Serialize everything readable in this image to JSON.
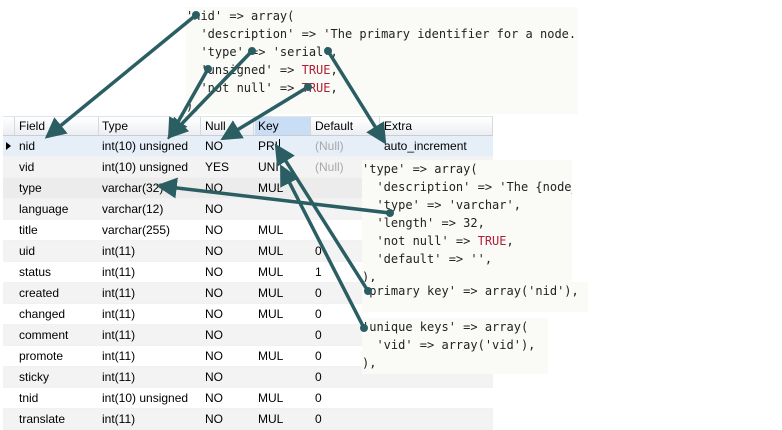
{
  "columns": [
    "Field",
    "Type",
    "Null",
    "Key",
    "Default",
    "Extra"
  ],
  "rows": [
    {
      "field": "nid",
      "type": "int(10) unsigned",
      "null": "NO",
      "key": "PRI",
      "default": "(Null)",
      "extra": "auto_increment"
    },
    {
      "field": "vid",
      "type": "int(10) unsigned",
      "null": "YES",
      "key": "UNI",
      "default": "(Null)",
      "extra": ""
    },
    {
      "field": "type",
      "type": "varchar(32)",
      "null": "NO",
      "key": "MUL",
      "default": "",
      "extra": ""
    },
    {
      "field": "language",
      "type": "varchar(12)",
      "null": "NO",
      "key": "",
      "default": "",
      "extra": ""
    },
    {
      "field": "title",
      "type": "varchar(255)",
      "null": "NO",
      "key": "MUL",
      "default": "",
      "extra": ""
    },
    {
      "field": "uid",
      "type": "int(11)",
      "null": "NO",
      "key": "MUL",
      "default": "0",
      "extra": ""
    },
    {
      "field": "status",
      "type": "int(11)",
      "null": "NO",
      "key": "MUL",
      "default": "1",
      "extra": ""
    },
    {
      "field": "created",
      "type": "int(11)",
      "null": "NO",
      "key": "MUL",
      "default": "0",
      "extra": ""
    },
    {
      "field": "changed",
      "type": "int(11)",
      "null": "NO",
      "key": "MUL",
      "default": "0",
      "extra": ""
    },
    {
      "field": "comment",
      "type": "int(11)",
      "null": "NO",
      "key": "",
      "default": "0",
      "extra": ""
    },
    {
      "field": "promote",
      "type": "int(11)",
      "null": "NO",
      "key": "MUL",
      "default": "0",
      "extra": ""
    },
    {
      "field": "sticky",
      "type": "int(11)",
      "null": "NO",
      "key": "",
      "default": "0",
      "extra": ""
    },
    {
      "field": "tnid",
      "type": "int(10) unsigned",
      "null": "NO",
      "key": "MUL",
      "default": "0",
      "extra": ""
    },
    {
      "field": "translate",
      "type": "int(11)",
      "null": "NO",
      "key": "MUL",
      "default": "0",
      "extra": ""
    }
  ],
  "code_nid": [
    "'nid' => array(",
    "  'description' => 'The primary identifier for a node.',",
    "  'type' => 'serial',",
    "  'unsigned' => TRUE,",
    "  'not null' => TRUE,",
    "),"
  ],
  "code_type": [
    "'type' => array(",
    "  'description' => 'The {node_",
    "  'type' => 'varchar',",
    "  'length' => 32,",
    "  'not null' => TRUE,",
    "  'default' => '',",
    "),"
  ],
  "code_primary": [
    "'primary key' => array('nid'),"
  ],
  "code_unique": [
    "'unique keys' => array(",
    "  'vid' => array('vid'),",
    "),"
  ],
  "colors": {
    "arrow": "#2b5e63",
    "selection_header": "#c9ddf5",
    "keyword": "#b0203a"
  }
}
